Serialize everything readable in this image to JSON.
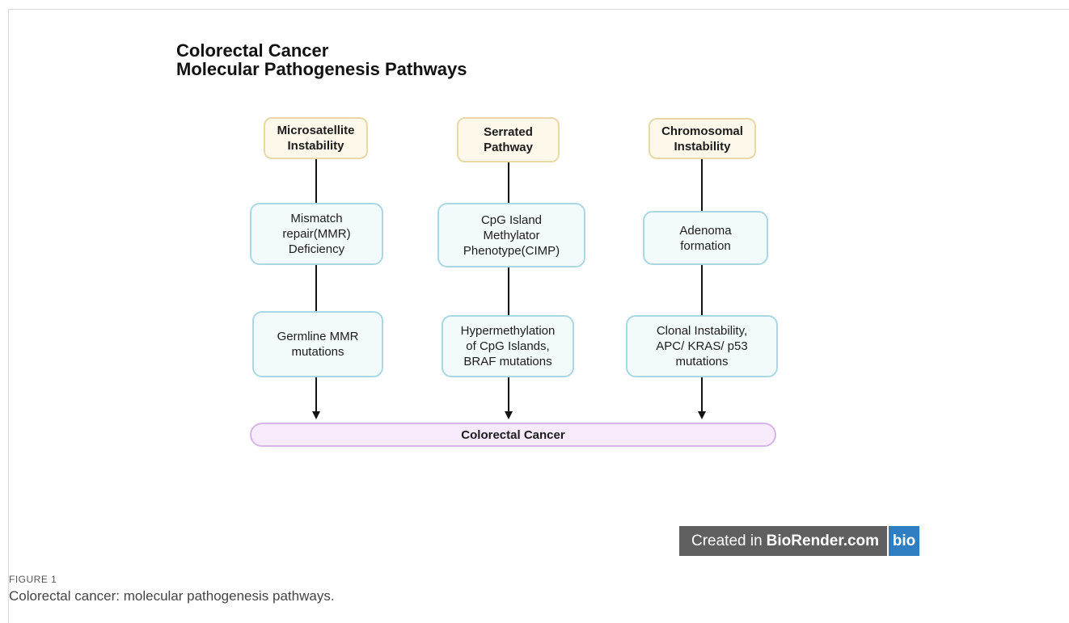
{
  "title": {
    "line1": "Colorectal Cancer",
    "line2": "Molecular Pathogenesis Pathways"
  },
  "pathways": [
    {
      "name": "Microsatellite\nInstability",
      "step1": "Mismatch\nrepair(MMR)\nDeficiency",
      "step2": "Germline MMR\nmutations"
    },
    {
      "name": "Serrated\nPathway",
      "step1": "CpG Island\nMethylator\nPhenotype(CIMP)",
      "step2": "Hypermethylation\nof CpG Islands,\nBRAF mutations"
    },
    {
      "name": "Chromosomal\nInstability",
      "step1": "Adenoma\nformation",
      "step2": "Clonal Instability,\nAPC/ KRAS/ p53\nmutations"
    }
  ],
  "outcome": "Colorectal Cancer",
  "watermark": {
    "prefix": "Created in",
    "brand": "BioRender.com",
    "logo": "bio"
  },
  "figure": {
    "label": "FIGURE 1",
    "caption": "Colorectal cancer: molecular pathogenesis pathways."
  },
  "colors": {
    "header_fill": "#fdf8ea",
    "header_border": "#e8d8a8",
    "step_fill": "#f3fafc",
    "step_border": "#a9d8e3",
    "outcome_fill": "#f6eafb",
    "outcome_border": "#d6b6e6",
    "logo_blue": "#2f7ec1"
  }
}
